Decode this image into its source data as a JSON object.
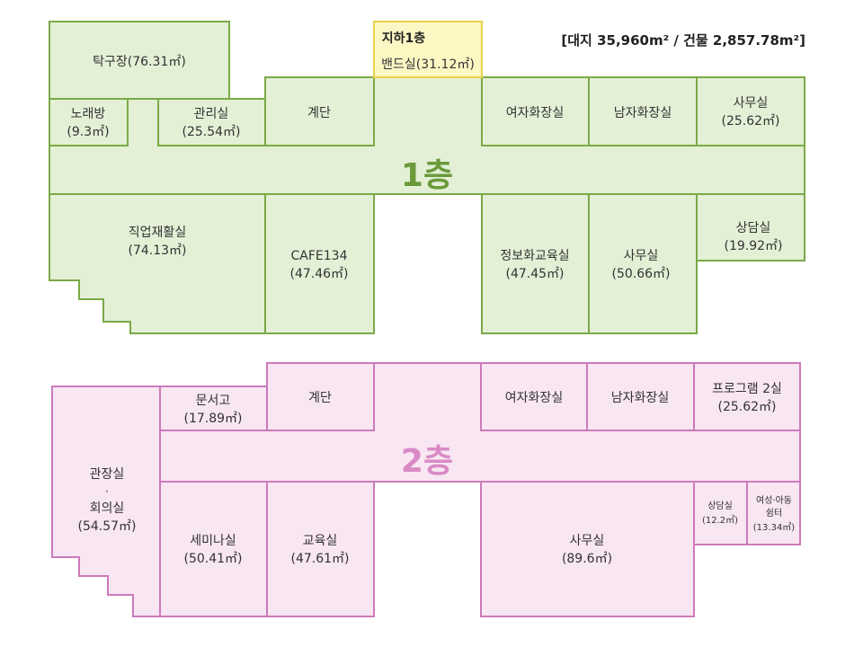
{
  "site_info": "[대지 35,960m² / 건물 2,857.78m²]",
  "colors": {
    "floor1_fill": "#e3f0d6",
    "floor1_stroke": "#7aaa45",
    "floor1_label": "#6a9a3a",
    "floor2_fill": "#f8e6f3",
    "floor2_stroke": "#cc7abb",
    "floor2_label": "#d98ac6",
    "basement_fill": "#fdf7c3",
    "basement_stroke": "#ead24a"
  },
  "basement": {
    "title": "지하1층",
    "room": "밴드실(31.12㎡)"
  },
  "floor1": {
    "label": "1층",
    "rooms": {
      "table_tennis": {
        "name": "탁구장(76.31㎡)"
      },
      "karaoke": {
        "name": "노래방",
        "area": "(9.3㎡)"
      },
      "management": {
        "name": "관리실",
        "area": "(25.54㎡)"
      },
      "stairs": {
        "name": "계단"
      },
      "womens_restroom": {
        "name": "여자화장실"
      },
      "mens_restroom": {
        "name": "남자화장실"
      },
      "office_small": {
        "name": "사무실",
        "area": "(25.62㎡)"
      },
      "vocational_rehab": {
        "name": "직업재활실",
        "area": "(74.13㎡)"
      },
      "cafe": {
        "name": "CAFE134",
        "area": "(47.46㎡)"
      },
      "it_education": {
        "name": "정보화교육실",
        "area": "(47.45㎡)"
      },
      "office_large": {
        "name": "사무실",
        "area": "(50.66㎡)"
      },
      "counseling": {
        "name": "상담실",
        "area": "(19.92㎡)"
      }
    }
  },
  "floor2": {
    "label": "2층",
    "rooms": {
      "director_meeting": {
        "name1": "관장실",
        "dot": "·",
        "name2": "회의실",
        "area": "(54.57㎡)"
      },
      "archive": {
        "name": "문서고",
        "area": "(17.89㎡)"
      },
      "stairs": {
        "name": "계단"
      },
      "womens_restroom": {
        "name": "여자화장실"
      },
      "mens_restroom": {
        "name": "남자화장실"
      },
      "program_room2": {
        "name": "프로그램 2실",
        "area": "(25.62㎡)"
      },
      "seminar": {
        "name": "세미나실",
        "area": "(50.41㎡)"
      },
      "education": {
        "name": "교육실",
        "area": "(47.61㎡)"
      },
      "office": {
        "name": "사무실",
        "area": "(89.6㎡)"
      },
      "counseling": {
        "name": "상담실",
        "area": "(12.2㎡)"
      },
      "shelter": {
        "name1": "여성·아동",
        "name2": "쉼터",
        "area": "(13.34㎡)"
      }
    }
  }
}
